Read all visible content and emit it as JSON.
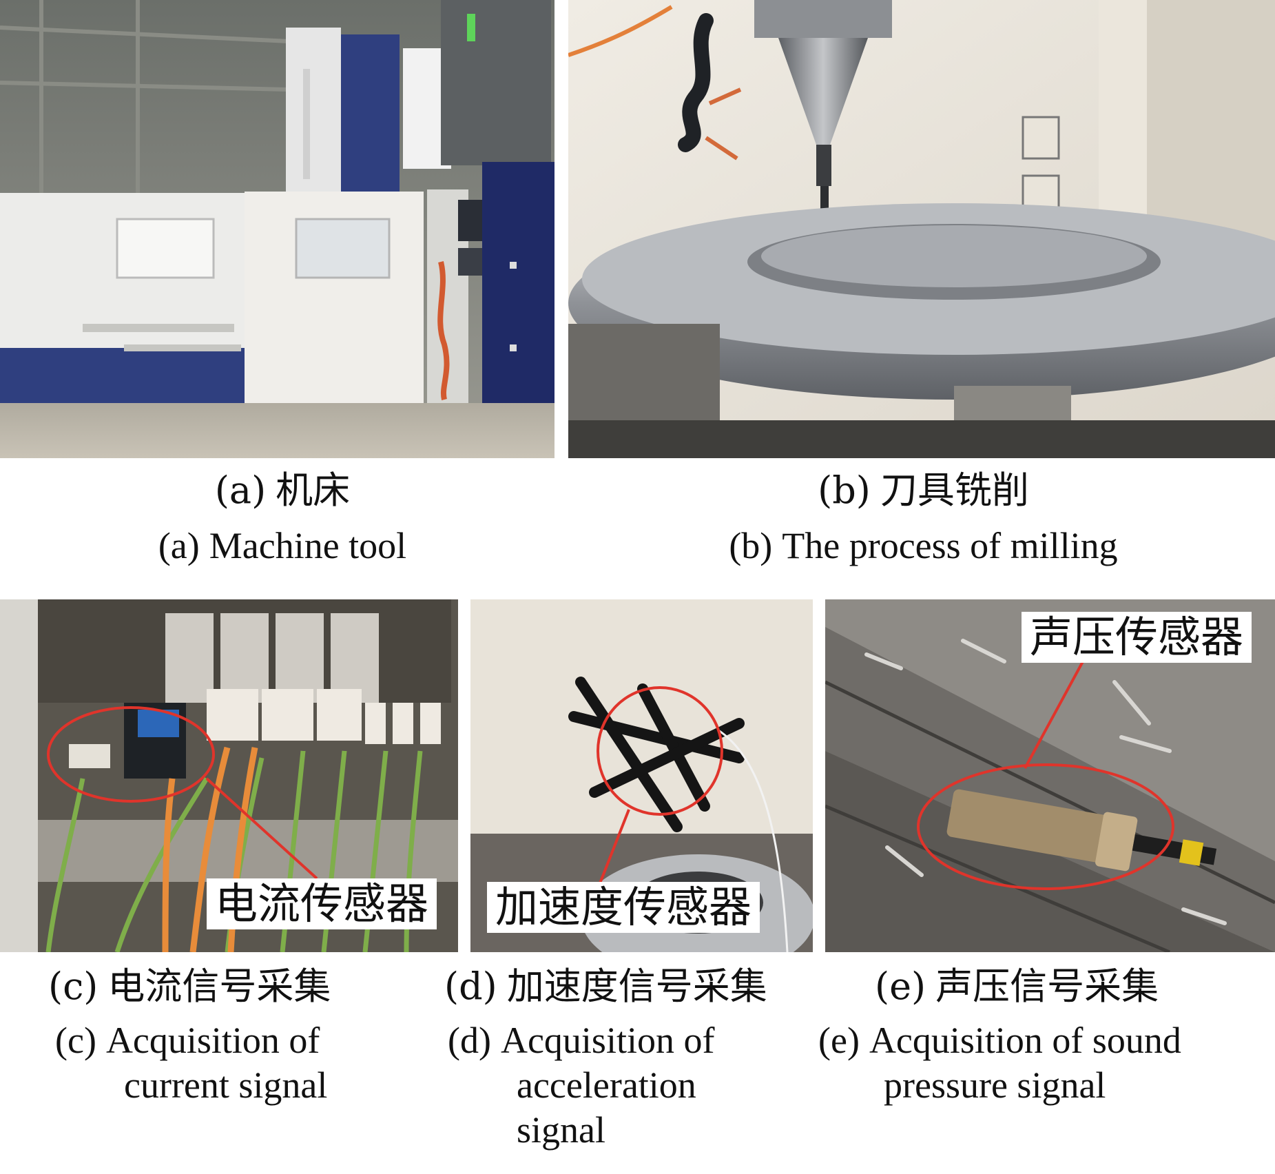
{
  "figure": {
    "panels": [
      {
        "id": "a",
        "caption_cn_label": "(a)",
        "caption_cn": "机床",
        "caption_en_label": "(a)",
        "caption_en": "Machine tool"
      },
      {
        "id": "b",
        "caption_cn_label": "(b)",
        "caption_cn": "刀具铣削",
        "caption_en_label": "(b)",
        "caption_en": "The process of milling"
      },
      {
        "id": "c",
        "caption_cn_label": "(c)",
        "caption_cn": "电流信号采集",
        "caption_en_label": "(c)",
        "caption_en_line1": "Acquisition of",
        "caption_en_line2": "current signal",
        "callout": "电流传感器"
      },
      {
        "id": "d",
        "caption_cn_label": "(d)",
        "caption_cn": "加速度信号采集",
        "caption_en_label": "(d)",
        "caption_en_line1": "Acquisition of",
        "caption_en_line2": "acceleration",
        "caption_en_line3": "signal",
        "callout": "加速度传感器"
      },
      {
        "id": "e",
        "caption_cn_label": "(e)",
        "caption_cn": "声压信号采集",
        "caption_en_label": "(e)",
        "caption_en_line1": "Acquisition of sound",
        "caption_en_line2": "pressure signal",
        "callout": "声压传感器"
      }
    ],
    "colors": {
      "annotation_red": "#e0342b",
      "machine_blue": "#2f3f7f",
      "steel": "#a8abb0",
      "wall": "#e7e3db",
      "cable_green": "#7fae4a",
      "cable_orange": "#e88c3a"
    }
  }
}
